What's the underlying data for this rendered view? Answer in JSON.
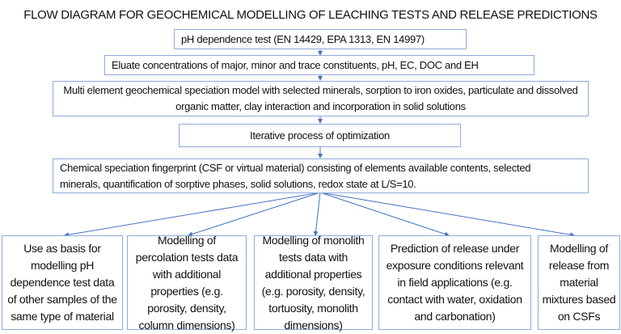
{
  "title": "FLOW DIAGRAM FOR GEOCHEMICAL MODELLING OF LEACHING TESTS AND RELEASE PREDICTIONS",
  "steps": [
    "pH dependence test (EN 14429, EPA 1313, EN 14997)",
    "Eluate concentrations of major, minor and trace constituents, pH, EC, DOC and EH",
    "Multi element geochemical speciation model with selected minerals, sorption to iron oxides, particulate and dissolved organic matter, clay interaction and incorporation in solid solutions",
    "Iterative process of optimization",
    "Chemical speciation fingerprint (CSF or virtual material) consisting of elements available contents, selected minerals, quantification of sorptive phases, solid solutions, redox state at L/S=10."
  ],
  "outcomes": [
    "Use as basis for modelling pH dependence test data of other samples of the same type of material",
    "Modelling of percolation tests data with additional properties (e.g. porosity, density, column dimensions)",
    "Modelling of monolith tests data with additional properties (e.g. porosity, density, tortuosity, monolith dimensions)",
    "Prediction of release under exposure conditions relevant in field applications (e.g. contact with water, oxidation and carbonation)",
    "Modelling of release from material mixtures based on CSFs"
  ],
  "colors": {
    "border": "#8faadc",
    "arrow": "#4472c4"
  }
}
